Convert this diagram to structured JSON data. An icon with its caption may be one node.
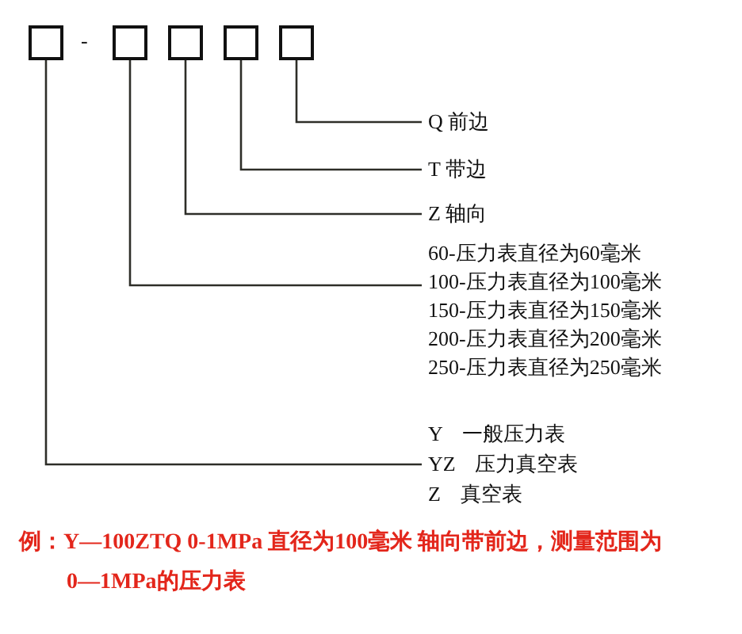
{
  "diagram": {
    "nodes": [
      {
        "text": [],
        "shape": "box"
      },
      {
        "text": [],
        "shape": "box"
      },
      {
        "text": [],
        "shape": "box"
      },
      {
        "text": [],
        "shape": "box"
      },
      {
        "text": [],
        "shape": "box"
      },
      {
        "text": [
          "Q 前边"
        ]
      },
      {
        "text": [
          "T 带边"
        ]
      },
      {
        "text": [
          "Z 轴向"
        ]
      },
      {
        "text": [
          "60-压力表直径为60毫米",
          "100-压力表直径为100毫米",
          "150-压力表直径为150毫米",
          "200-压力表直径为200毫米",
          "250-压力表直径为250毫米"
        ]
      },
      {
        "text": [
          "Y 一般压力表",
          "YZ 压力真空表",
          "Z 真空表"
        ]
      }
    ],
    "edges": [
      {
        "from": 4,
        "to": 5,
        "arrow": "none"
      },
      {
        "from": 3,
        "to": 6,
        "arrow": "none"
      },
      {
        "from": 2,
        "to": 7,
        "arrow": "none"
      },
      {
        "from": 1,
        "to": 8,
        "arrow": "none"
      },
      {
        "from": 0,
        "to": 9,
        "arrow": "none"
      }
    ],
    "labels": [
      "-",
      "例：Y—100ZTQ 0-1MPa 直径为100毫米 轴向带前边，测量范围为0—1MPa的压力表"
    ]
  }
}
